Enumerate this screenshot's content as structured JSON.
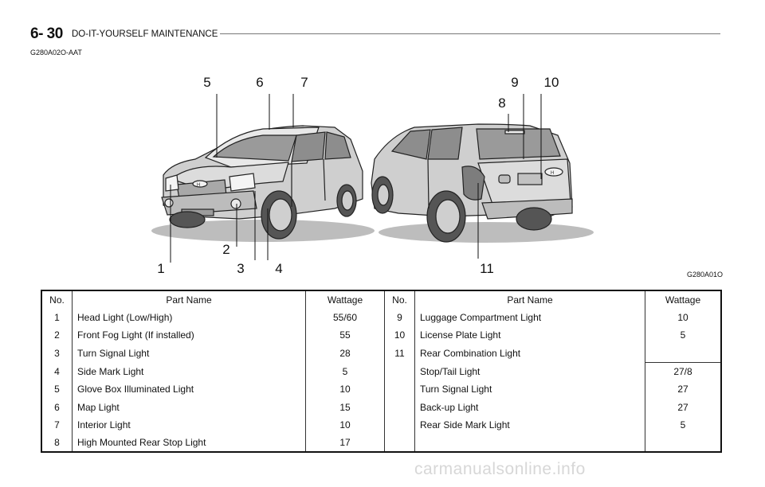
{
  "header": {
    "section_number": "6- 30",
    "section_title": "DO-IT-YOURSELF MAINTENANCE",
    "doc_code": "G280A02O-AAT"
  },
  "figure": {
    "image_code": "G280A01O",
    "callouts": [
      "1",
      "2",
      "3",
      "4",
      "5",
      "6",
      "7",
      "8",
      "9",
      "10",
      "11"
    ],
    "front_badge": "H",
    "rear_badge": "H"
  },
  "table": {
    "headers": {
      "no_left": "No.",
      "part_left": "Part Name",
      "watt_left": "Wattage",
      "no_right": "No.",
      "part_right": "Part Name",
      "watt_right": "Wattage"
    },
    "left_rows": [
      {
        "no": "1",
        "part": "Head Light (Low/High)",
        "watt": "55/60"
      },
      {
        "no": "2",
        "part": "Front Fog Light (If installed)",
        "watt": "55"
      },
      {
        "no": "3",
        "part": "Turn Signal Light",
        "watt": "28"
      },
      {
        "no": "4",
        "part": "Side Mark Light",
        "watt": "5"
      },
      {
        "no": "5",
        "part": "Glove Box Illuminated Light",
        "watt": "10"
      },
      {
        "no": "6",
        "part": "Map Light",
        "watt": "15"
      },
      {
        "no": "7",
        "part": "Interior Light",
        "watt": "10"
      },
      {
        "no": "8",
        "part": "High Mounted Rear Stop Light",
        "watt": "17"
      }
    ],
    "right_rows": [
      {
        "no": "9",
        "part": "Luggage Compartment Light",
        "watt": "10"
      },
      {
        "no": "10",
        "part": "License Plate Light",
        "watt": "5"
      },
      {
        "no": "11",
        "part": "Rear Combination Light",
        "watt": ""
      },
      {
        "no": "",
        "part": "Stop/Tail Light",
        "watt": "27/8"
      },
      {
        "no": "",
        "part": "Turn Signal Light",
        "watt": "27"
      },
      {
        "no": "",
        "part": "Back-up Light",
        "watt": "27"
      },
      {
        "no": "",
        "part": "Rear Side Mark Light",
        "watt": "5"
      },
      {
        "no": "",
        "part": "",
        "watt": ""
      }
    ]
  },
  "watermark": "carmanualsonline.info"
}
